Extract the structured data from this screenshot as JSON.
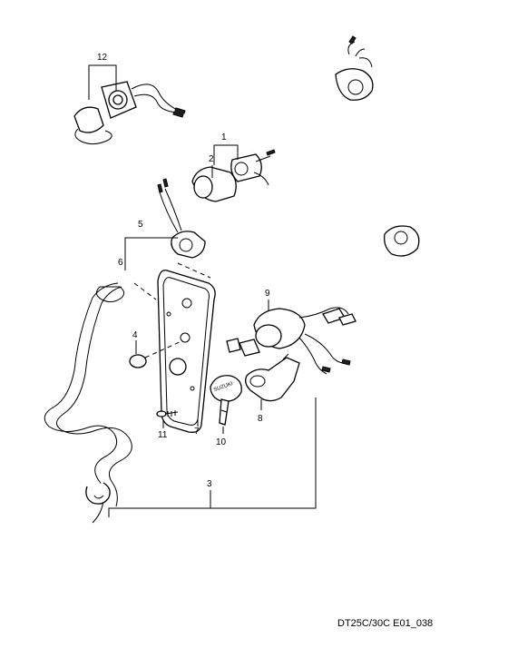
{
  "diagram": {
    "code": "DT25C/30C E01_038",
    "callouts": [
      {
        "id": "c1",
        "label": "1"
      },
      {
        "id": "c2",
        "label": "2"
      },
      {
        "id": "c3",
        "label": "3"
      },
      {
        "id": "c4",
        "label": "4"
      },
      {
        "id": "c5",
        "label": "5"
      },
      {
        "id": "c6",
        "label": "6"
      },
      {
        "id": "c7",
        "label": "7"
      },
      {
        "id": "c8",
        "label": "8"
      },
      {
        "id": "c9",
        "label": "9"
      },
      {
        "id": "c10",
        "label": "10"
      },
      {
        "id": "c11",
        "label": "11"
      },
      {
        "id": "c12",
        "label": "12"
      }
    ],
    "key_brand": "SUZUKI"
  }
}
